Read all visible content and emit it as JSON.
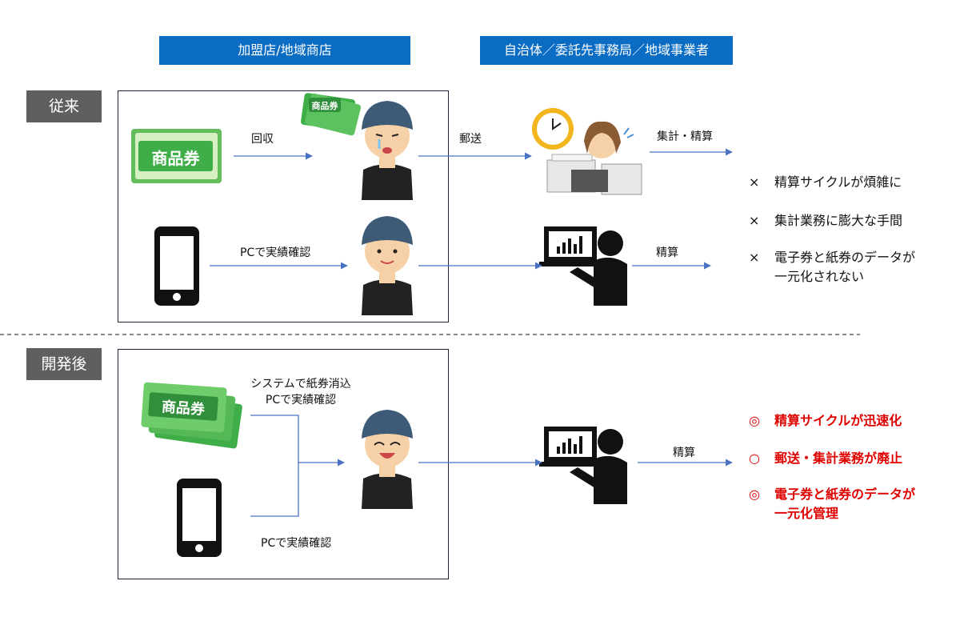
{
  "headers": {
    "store": "加盟店/地域商店",
    "municipality": "自治体／委託先事務局／地域事業者"
  },
  "sections": {
    "before": "従来",
    "after": "開発後"
  },
  "voucher_text": "商品券",
  "before_flow": {
    "collect": "回収",
    "mail": "郵送",
    "tally_settle": "集計・精算",
    "pc_check": "PCで実績確認",
    "settle": "精算"
  },
  "after_flow": {
    "system_line1": "システムで紙券消込",
    "system_line2": "PCで実績確認",
    "pc_check": "PCで実績確認",
    "settle": "精算"
  },
  "before_points": [
    {
      "mark": "×",
      "text": "精算サイクルが煩雑に"
    },
    {
      "mark": "×",
      "text": "集計業務に膨大な手間"
    },
    {
      "mark": "×",
      "text": "電子券と紙券のデータが",
      "text2": "一元化されない"
    }
  ],
  "after_points": [
    {
      "mark": "◎",
      "text": "精算サイクルが迅速化"
    },
    {
      "mark": "○",
      "text": "郵送・集計業務が廃止"
    },
    {
      "mark": "◎",
      "text": "電子券と紙券のデータが",
      "text2": "一元化管理"
    }
  ],
  "colors": {
    "header_blue": "#0b6cc4",
    "tag_gray": "#5f5f5f",
    "arrow": "#4a72c4",
    "good_red": "#e00000",
    "voucher_green": "#3fae49"
  }
}
